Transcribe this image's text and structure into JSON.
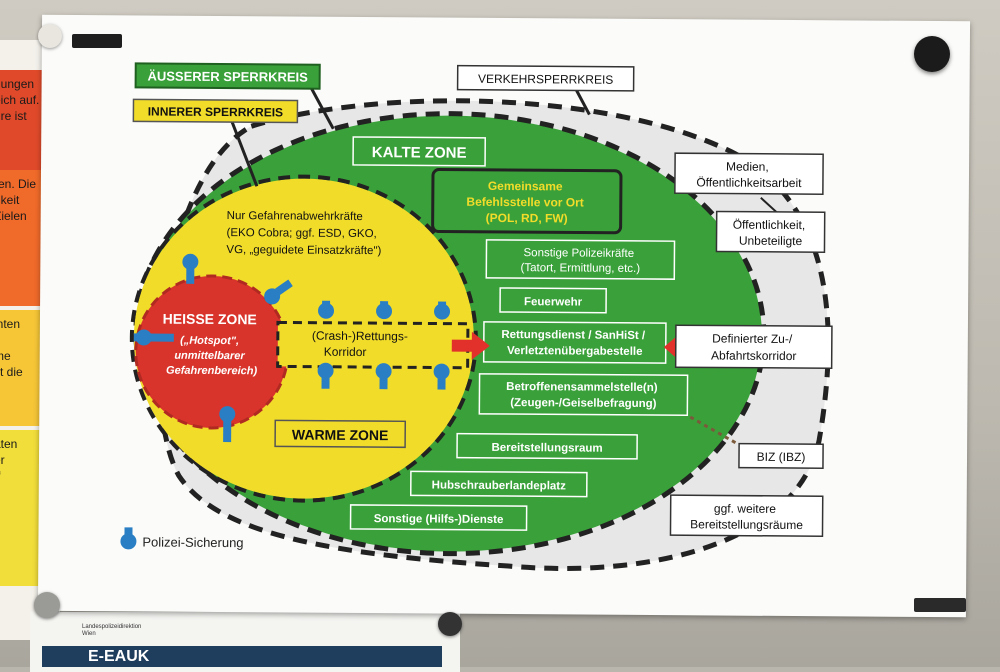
{
  "diagram": {
    "labels": {
      "aeusserer_sperrkreis": "ÄUSSERER SPERRKREIS",
      "innerer_sperrkreis": "INNERER SPERRKREIS",
      "verkehrssperrkreis": "VERKEHRSPERRKREIS",
      "kalte_zone": "KALTE ZONE",
      "warme_zone": "WARME ZONE",
      "heisse_zone": [
        "HEISSE ZONE",
        "(„Hotspot\",",
        "unmittelbarer",
        "Gefahrenbereich)"
      ],
      "gefahrenabwehr": [
        "Nur Gefahrenabwehrkräfte",
        "(EKO Cobra; ggf. ESD, GKO,",
        "VG, „geguidete Einsatzkräfte\")"
      ],
      "korridor": [
        "(Crash-)Rettungs-",
        "Korridor"
      ],
      "befehlsstelle": [
        "Gemeinsame",
        "Befehlsstelle vor Ort",
        "(POL, RD, FW)"
      ],
      "polizeikraefte": [
        "Sonstige Polizeikräfte",
        "(Tatort, Ermittlung, etc.)"
      ],
      "feuerwehr": "Feuerwehr",
      "rettungsdienst": [
        "Rettungsdienst / SanHiSt /",
        "Verletztenübergabestelle"
      ],
      "betroffenen": [
        "Betroffenensammelstelle(n)",
        "(Zeugen-/Geiselbefragung)"
      ],
      "bereitstellungsraum": "Bereitstellungsraum",
      "hubschrauber": "Hubschrauberlandeplatz",
      "hilfsdienste": "Sonstige (Hilfs-)Dienste",
      "medien": [
        "Medien,",
        "Öffentlichkeitsarbeit"
      ],
      "oeffentlichkeit": [
        "Öffentlichkeit,",
        "Unbeteiligte"
      ],
      "zu_abfahrt": [
        "Definierter Zu-/",
        "Abfahrtskorridor"
      ],
      "biz": "BIZ (IBZ)",
      "weitere_raeume": [
        "ggf. weitere",
        "Bereitstellungsräume"
      ],
      "legend_polizei": "Polizei-Sicherung"
    },
    "colors": {
      "green": "#3aa13a",
      "yellow": "#f2dc2a",
      "red": "#d8342b",
      "outer_gray": "#e6e7e6",
      "police_blue": "#2a7fc4",
      "arrow_red": "#e2312a"
    }
  },
  "surroundings": {
    "left_strip_lines": [
      "hungen",
      "eich auf.",
      "ure ist",
      "",
      "",
      "ren. Die",
      "gkeit",
      "Zielen",
      "",
      "inten",
      "h",
      "me",
      "st die",
      "",
      "aten",
      "",
      "er",
      "ff"
    ],
    "bottom_poster": {
      "org_line_1": "Landespolizeidirektion",
      "org_line_2": "Wien",
      "heading": "E-EAUK"
    }
  }
}
